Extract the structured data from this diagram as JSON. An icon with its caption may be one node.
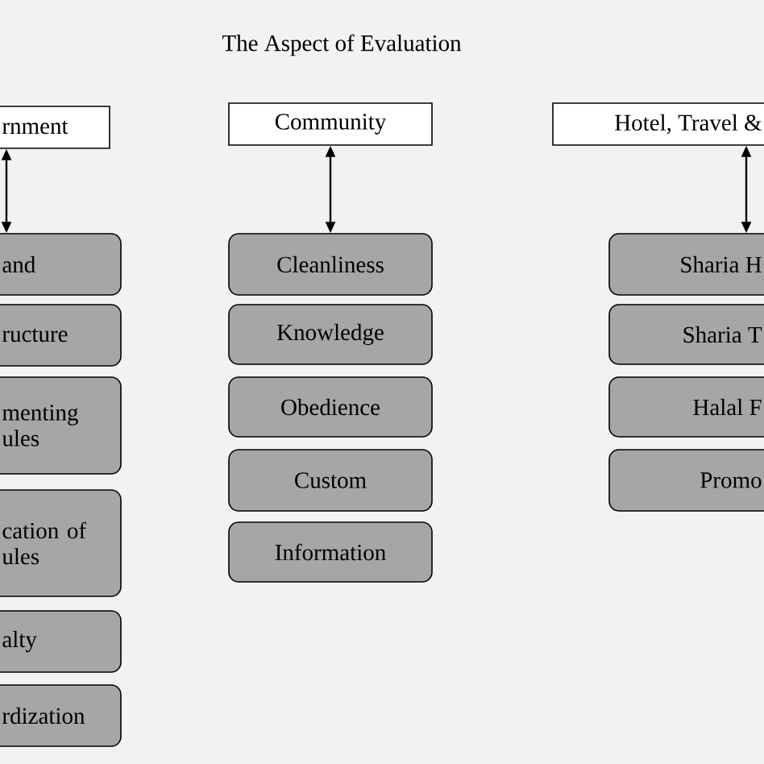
{
  "diagram": {
    "title": "The Aspect of Evaluation",
    "nodes": [
      {
        "text": [
          "rnment"
        ]
      },
      {
        "text": [
          "and"
        ]
      },
      {
        "text": [
          "ructure"
        ]
      },
      {
        "text": [
          "menting ules"
        ]
      },
      {
        "text": [
          "cation of ules"
        ]
      },
      {
        "text": [
          "alty"
        ]
      },
      {
        "text": [
          "rdization"
        ]
      },
      {
        "text": [
          "Community"
        ]
      },
      {
        "text": [
          "Cleanliness"
        ]
      },
      {
        "text": [
          "Knowledge"
        ]
      },
      {
        "text": [
          "Obedience"
        ]
      },
      {
        "text": [
          "Custom"
        ]
      },
      {
        "text": [
          "Information"
        ]
      },
      {
        "text": [
          "Hotel, Travel &"
        ]
      },
      {
        "text": [
          "Sharia H"
        ]
      },
      {
        "text": [
          "Sharia T"
        ]
      },
      {
        "text": [
          "Halal F"
        ]
      },
      {
        "text": [
          "Promo"
        ]
      }
    ],
    "edges": [
      {
        "from": 0,
        "to": 1,
        "arrow": "both"
      },
      {
        "from": 7,
        "to": 8,
        "arrow": "both"
      },
      {
        "from": 13,
        "to": 14,
        "arrow": "both"
      }
    ]
  }
}
